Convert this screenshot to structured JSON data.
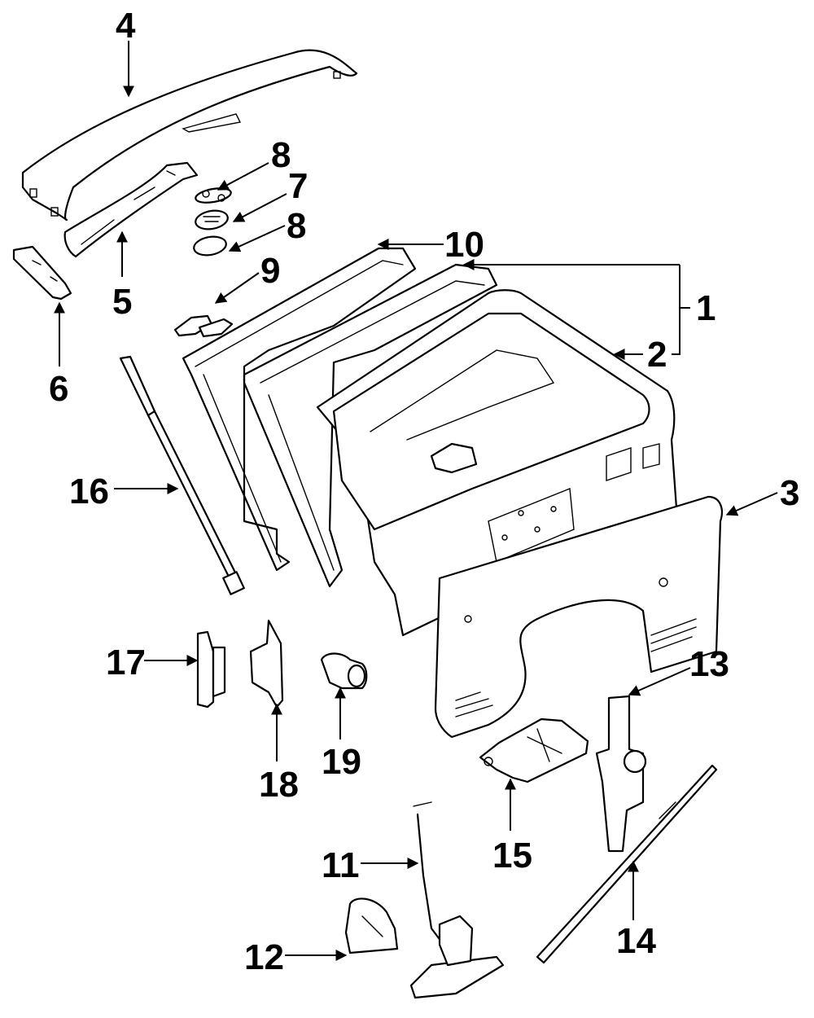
{
  "diagram": {
    "title": "Liftgate components exploded view",
    "colors": {
      "line": "#000000",
      "background": "#ffffff"
    },
    "callouts": [
      {
        "id": "1",
        "part": "liftgate-assembly"
      },
      {
        "id": "2",
        "part": "liftgate-outer-frame"
      },
      {
        "id": "3",
        "part": "lower-trim-panel"
      },
      {
        "id": "4",
        "part": "spoiler"
      },
      {
        "id": "5",
        "part": "spoiler-bracket"
      },
      {
        "id": "6",
        "part": "side-bracket"
      },
      {
        "id": "7",
        "part": "lamp-housing"
      },
      {
        "id": "8",
        "part": "gasket"
      },
      {
        "id": "8b",
        "part": "lens"
      },
      {
        "id": "9",
        "part": "hinge"
      },
      {
        "id": "10",
        "part": "weatherstrip"
      },
      {
        "id": "11",
        "part": "release-rod"
      },
      {
        "id": "12",
        "part": "striker"
      },
      {
        "id": "13",
        "part": "latch"
      },
      {
        "id": "14",
        "part": "lock-rod"
      },
      {
        "id": "15",
        "part": "handle"
      },
      {
        "id": "16",
        "part": "support-strut"
      },
      {
        "id": "17",
        "part": "hinge-plate"
      },
      {
        "id": "18",
        "part": "bumper-stop"
      },
      {
        "id": "19",
        "part": "lock-cylinder"
      }
    ],
    "labels": {
      "c1": "1",
      "c2": "2",
      "c3": "3",
      "c4": "4",
      "c5": "5",
      "c6": "6",
      "c7": "7",
      "c8a": "8",
      "c8b": "8",
      "c9": "9",
      "c10": "10",
      "c11": "11",
      "c12": "12",
      "c13": "13",
      "c14": "14",
      "c15": "15",
      "c16": "16",
      "c17": "17",
      "c18": "18",
      "c19": "19"
    }
  }
}
